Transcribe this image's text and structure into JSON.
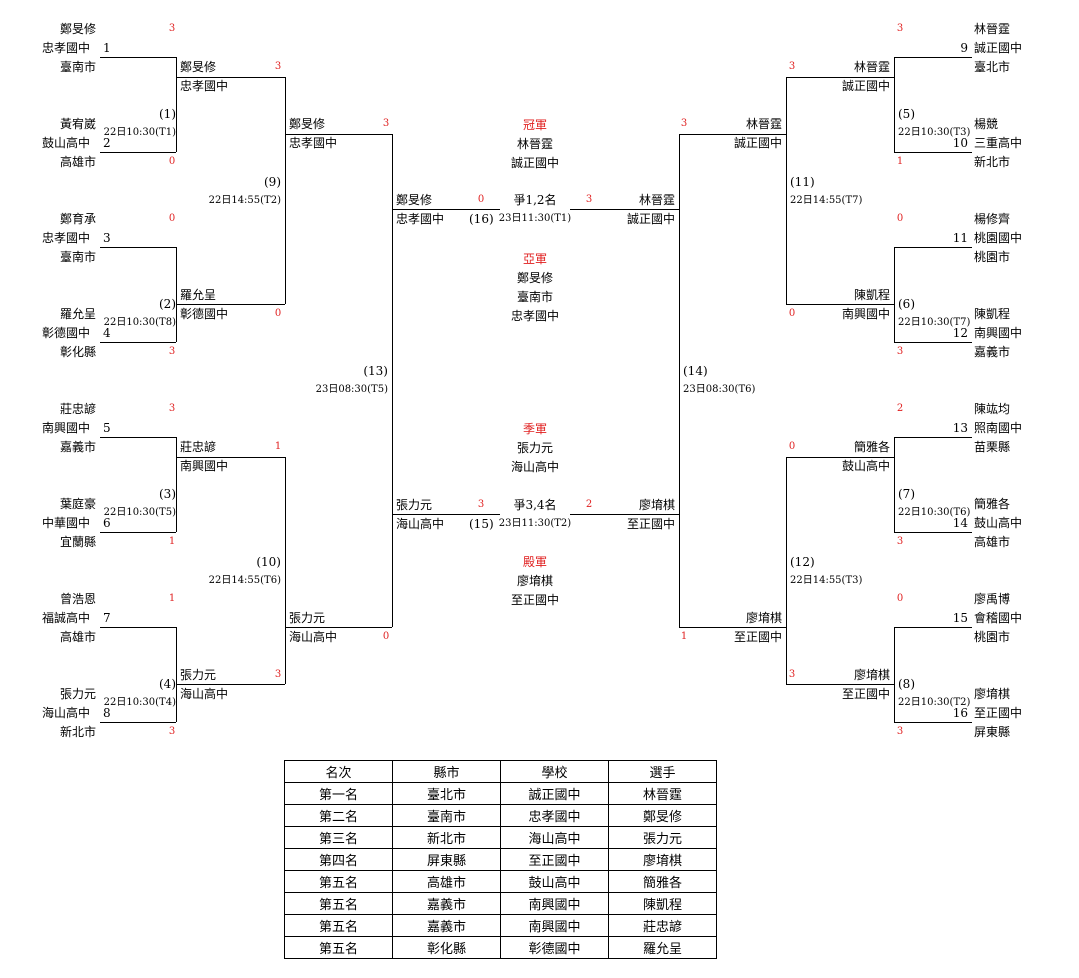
{
  "seeds": [
    {
      "pos": "L",
      "row": 0,
      "name": "鄭旻修",
      "school": "忠孝國中",
      "num": "1",
      "city": "臺南市",
      "score": "3"
    },
    {
      "pos": "L",
      "row": 1,
      "name": "黃宥崴",
      "school": "鼓山高中",
      "num": "2",
      "city": "高雄市",
      "score": "0"
    },
    {
      "pos": "L",
      "row": 2,
      "name": "鄭育承",
      "school": "忠孝國中",
      "num": "3",
      "city": "臺南市",
      "score": "0"
    },
    {
      "pos": "L",
      "row": 3,
      "name": "羅允呈",
      "school": "彰德國中",
      "num": "4",
      "city": "彰化縣",
      "score": "3"
    },
    {
      "pos": "L",
      "row": 4,
      "name": "莊忠諺",
      "school": "南興國中",
      "num": "5",
      "city": "嘉義市",
      "score": "3"
    },
    {
      "pos": "L",
      "row": 5,
      "name": "葉庭豪",
      "school": "中華國中",
      "num": "6",
      "city": "宜蘭縣",
      "score": "1"
    },
    {
      "pos": "L",
      "row": 6,
      "name": "曾浩恩",
      "school": "福誠高中",
      "num": "7",
      "city": "高雄市",
      "score": "1"
    },
    {
      "pos": "L",
      "row": 7,
      "name": "張力元",
      "school": "海山高中",
      "num": "8",
      "city": "新北市",
      "score": "3"
    },
    {
      "pos": "R",
      "row": 0,
      "name": "林晉霆",
      "school": "誠正國中",
      "num": "9",
      "city": "臺北市",
      "score": "3"
    },
    {
      "pos": "R",
      "row": 1,
      "name": "楊競",
      "school": "三重高中",
      "num": "10",
      "city": "新北市",
      "score": "1"
    },
    {
      "pos": "R",
      "row": 2,
      "name": "楊修齊",
      "school": "桃園國中",
      "num": "11",
      "city": "桃園市",
      "score": "0"
    },
    {
      "pos": "R",
      "row": 3,
      "name": "陳凱程",
      "school": "南興國中",
      "num": "12",
      "city": "嘉義市",
      "score": "3"
    },
    {
      "pos": "R",
      "row": 4,
      "name": "陳竑均",
      "school": "照南國中",
      "num": "13",
      "city": "苗栗縣",
      "score": "2"
    },
    {
      "pos": "R",
      "row": 5,
      "name": "簡雅各",
      "school": "鼓山高中",
      "num": "14",
      "city": "高雄市",
      "score": "3"
    },
    {
      "pos": "R",
      "row": 6,
      "name": "廖禹博",
      "school": "會稽國中",
      "num": "15",
      "city": "桃園市",
      "score": "0"
    },
    {
      "pos": "R",
      "row": 7,
      "name": "廖堉棋",
      "school": "至正國中",
      "num": "16",
      "city": "屏東縣",
      "score": "3"
    }
  ],
  "r1": [
    {
      "pos": "L",
      "pair": 0,
      "label": "(1)",
      "time": "22日10:30(T1)",
      "name": "鄭旻修",
      "school": "忠孝國中",
      "score": "3"
    },
    {
      "pos": "L",
      "pair": 1,
      "label": "(2)",
      "time": "22日10:30(T8)",
      "name": "羅允呈",
      "school": "彰德國中",
      "score": "0"
    },
    {
      "pos": "L",
      "pair": 2,
      "label": "(3)",
      "time": "22日10:30(T5)",
      "name": "莊忠諺",
      "school": "南興國中",
      "score": "1"
    },
    {
      "pos": "L",
      "pair": 3,
      "label": "(4)",
      "time": "22日10:30(T4)",
      "name": "張力元",
      "school": "海山高中",
      "score": "3"
    },
    {
      "pos": "R",
      "pair": 0,
      "label": "(5)",
      "time": "22日10:30(T3)",
      "name": "林晉霆",
      "school": "誠正國中",
      "score": "3"
    },
    {
      "pos": "R",
      "pair": 1,
      "label": "(6)",
      "time": "22日10:30(T7)",
      "name": "陳凱程",
      "school": "南興國中",
      "score": "0"
    },
    {
      "pos": "R",
      "pair": 2,
      "label": "(7)",
      "time": "22日10:30(T6)",
      "name": "簡雅各",
      "school": "鼓山高中",
      "score": "0"
    },
    {
      "pos": "R",
      "pair": 3,
      "label": "(8)",
      "time": "22日10:30(T2)",
      "name": "廖堉棋",
      "school": "至正國中",
      "score": "3"
    }
  ],
  "r2": [
    {
      "pos": "L",
      "pair": 0,
      "label": "(9)",
      "time": "22日14:55(T2)",
      "name": "鄭旻修",
      "school": "忠孝國中",
      "score": "3"
    },
    {
      "pos": "L",
      "pair": 1,
      "label": "(10)",
      "time": "22日14:55(T6)",
      "name": "張力元",
      "school": "海山高中",
      "score": "0"
    },
    {
      "pos": "R",
      "pair": 0,
      "label": "(11)",
      "time": "22日14:55(T7)",
      "name": "林晉霆",
      "school": "誠正國中",
      "score": "3"
    },
    {
      "pos": "R",
      "pair": 1,
      "label": "(12)",
      "time": "22日14:55(T3)",
      "name": "廖堉棋",
      "school": "至正國中",
      "score": "1"
    }
  ],
  "r3": [
    {
      "pos": "L",
      "label": "(13)",
      "time": "23日08:30(T5)"
    },
    {
      "pos": "R",
      "label": "(14)",
      "time": "23日08:30(T6)"
    }
  ],
  "finals": [
    {
      "slot": "top",
      "label": "(16)",
      "title": "爭1,2名",
      "time": "23日11:30(T1)",
      "left": {
        "name": "鄭旻修",
        "school": "忠孝國中",
        "score": "0"
      },
      "right": {
        "name": "林晉霆",
        "school": "誠正國中",
        "score": "3"
      }
    },
    {
      "slot": "bottom",
      "label": "(15)",
      "title": "爭3,4名",
      "time": "23日11:30(T2)",
      "left": {
        "name": "張力元",
        "school": "海山高中",
        "score": "3"
      },
      "right": {
        "name": "廖堉棋",
        "school": "至正國中",
        "score": "2"
      }
    }
  ],
  "awards": [
    {
      "title": "冠軍",
      "name": "林晉霆",
      "city": "",
      "school": "誠正國中"
    },
    {
      "title": "亞軍",
      "name": "鄭旻修",
      "city": "臺南市",
      "school": "忠孝國中"
    },
    {
      "title": "季軍",
      "name": "張力元",
      "city": "",
      "school": "海山高中"
    },
    {
      "title": "殿軍",
      "name": "廖堉棋",
      "city": "",
      "school": "至正國中"
    }
  ],
  "table": {
    "headers": [
      "名次",
      "縣市",
      "學校",
      "選手"
    ],
    "rows": [
      [
        "第一名",
        "臺北市",
        "誠正國中",
        "林晉霆"
      ],
      [
        "第二名",
        "臺南市",
        "忠孝國中",
        "鄭旻修"
      ],
      [
        "第三名",
        "新北市",
        "海山高中",
        "張力元"
      ],
      [
        "第四名",
        "屏東縣",
        "至正國中",
        "廖堉棋"
      ],
      [
        "第五名",
        "高雄市",
        "鼓山高中",
        "簡雅各"
      ],
      [
        "第五名",
        "嘉義市",
        "南興國中",
        "陳凱程"
      ],
      [
        "第五名",
        "嘉義市",
        "南興國中",
        "莊忠諺"
      ],
      [
        "第五名",
        "彰化縣",
        "彰德國中",
        "羅允呈"
      ]
    ]
  },
  "colors": {
    "score": "#e02020",
    "award_title": "#e02020",
    "line": "#000000"
  }
}
